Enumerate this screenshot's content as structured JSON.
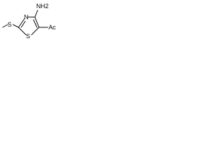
{
  "molecule": {
    "atoms": {
      "amino": "NH2",
      "ring_nitrogen": "N",
      "ring_sulfur": "S",
      "thioether_sulfur": "S",
      "acetyl": "Ac"
    }
  }
}
